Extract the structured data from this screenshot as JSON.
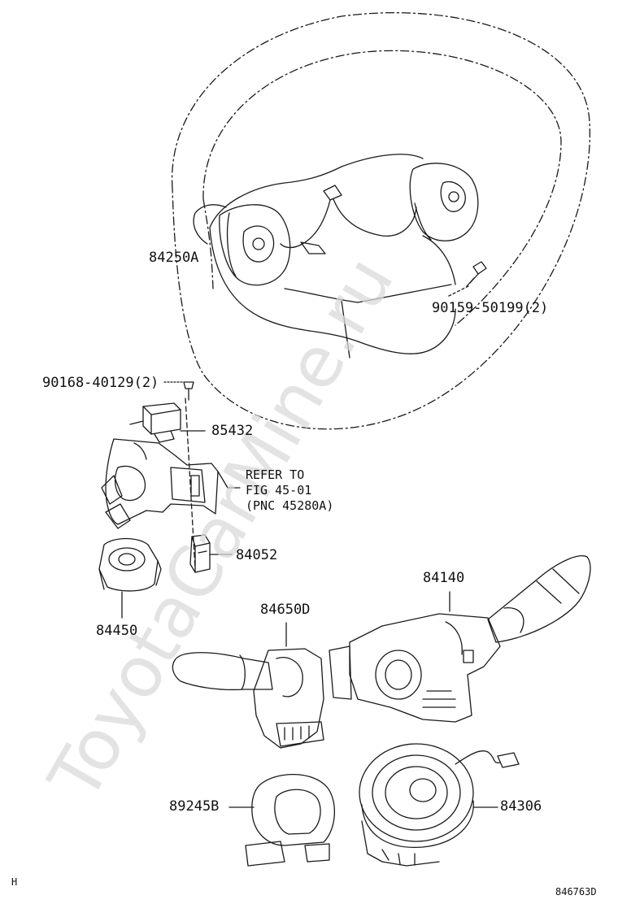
{
  "labels": {
    "steering_wheel": "84250A",
    "wheel_bolt": "90159-50199(2)",
    "screw": "90168-40129(2)",
    "sensor": "85432",
    "column_switch_ref": [
      "REFER TO",
      "FIG 45-01",
      "(PNC 45280A)"
    ],
    "connector": "84052",
    "ignition_switch": "84450",
    "right_lever": "84140",
    "left_lever": "84650D",
    "sensor_ring": "89245B",
    "spiral_cable": "84306"
  },
  "corner_left": "H",
  "figure_code": "846763D",
  "watermark": "ToyotaCarMine.ru",
  "colors": {
    "line": "#1a1a1a",
    "watermark": "#d9d9d9"
  }
}
